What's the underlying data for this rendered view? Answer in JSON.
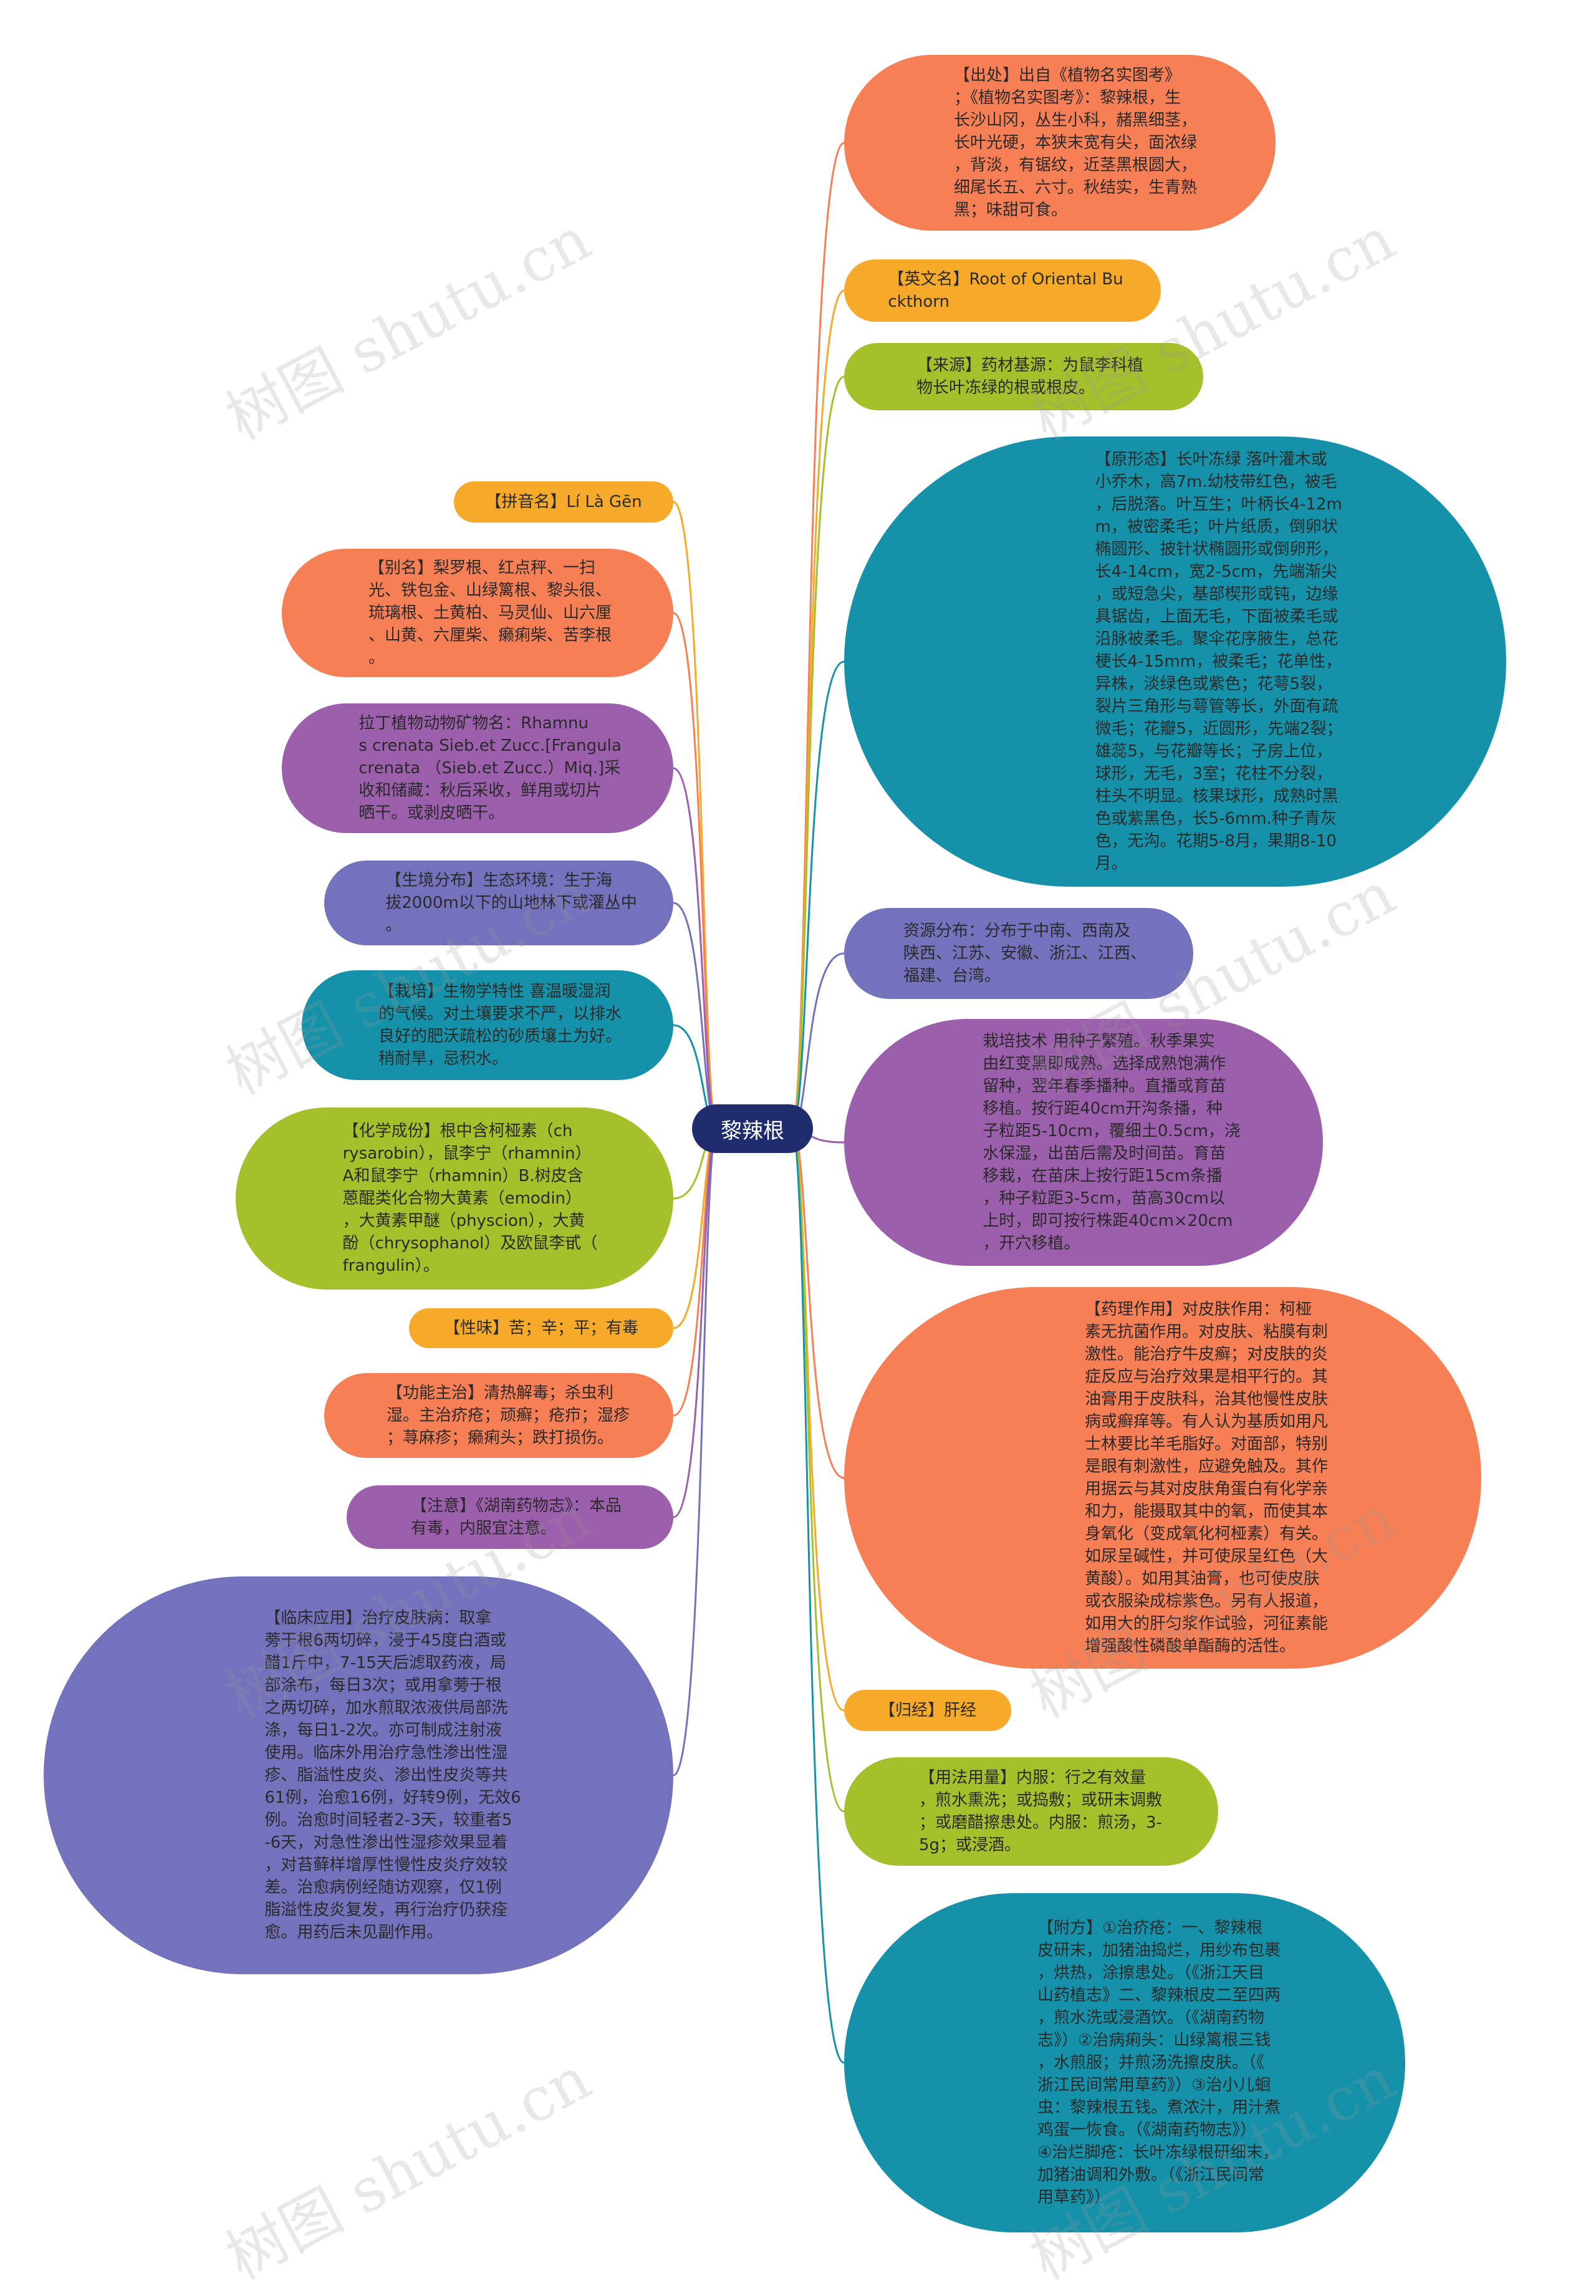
{
  "root": {
    "label": "黎辣根",
    "color": "#1f2d6e"
  },
  "watermark": {
    "text": "树图 shutu.cn"
  },
  "right_nodes": [
    {
      "id": "chuchu",
      "text": "【出处】出自《植物名实图考》\n；《植物名实图考》：黎辣根，生\n长沙山冈，丛生小科，赭黑细茎，\n长叶光硬，本狭末宽有尖，面浓绿\n，背淡，有锯纹，近茎黑根圆大，\n细尾长五、六寸。秋结实，生青熟\n黑；味甜可食。",
      "color": "#f77f55"
    },
    {
      "id": "yingwenming",
      "text": "【英文名】Root of Oriental Bu\nckthorn",
      "color": "#f7a929"
    },
    {
      "id": "laiyuan",
      "text": "【来源】药材基源：为鼠李科植\n物长叶冻绿的根或根皮。",
      "color": "#a4c02b"
    },
    {
      "id": "yuanxingtai",
      "text": "【原形态】长叶冻绿 落叶灌木或\n小乔木，高7m.幼枝带红色，被毛\n，后脱落。叶互生；叶柄长4-12m\nm，被密柔毛；叶片纸质，倒卵状\n椭圆形、披针状椭圆形或倒卵形，\n长4-14cm，宽2-5cm，先端渐尖\n，或短急尖，基部楔形或钝，边缘\n具锯齿，上面无毛，下面被柔毛或\n沿脉被柔毛。聚伞花序腋生，总花\n梗长4-15mm，被柔毛；花单性，\n异株，淡绿色或紫色；花萼5裂，\n裂片三角形与萼管等长，外面有疏\n微毛；花瓣5，近圆形，先端2裂；\n雄蕊5，与花瓣等长；子房上位，\n球形，无毛，3室；花柱不分裂，\n柱头不明显。核果球形，成熟时黑\n色或紫黑色，长5-6mm.种子青灰\n色，无沟。花期5-8月，果期8-10\n月。",
      "color": "#1592a9"
    },
    {
      "id": "ziyuanfenbu",
      "text": "资源分布：分布于中南、西南及\n陕西、江苏、安徽、浙江、江西、\n福建、台湾。",
      "color": "#7472bd"
    },
    {
      "id": "zaipeijishu",
      "text": "栽培技术 用种子繁殖。秋季果实\n由红变黑即成熟。选择成熟饱满作\n留种，翌年春季播种。直播或育苗\n移植。按行距40cm开沟条播，种\n子粒距5-10cm，覆细土0.5cm，浇\n水保湿，出苗后需及时间苗。育苗\n移栽，在苗床上按行距15cm条播\n，种子粒距3-5cm，苗高30cm以\n上时，即可按行株距40cm×20cm\n，开穴移植。",
      "color": "#9b5fac"
    },
    {
      "id": "yaoli",
      "text": "【药理作用】对皮肤作用：柯桠\n素无抗菌作用。对皮肤、粘膜有刺\n激性。能治疗牛皮癣；对皮肤的炎\n症反应与治疗效果是相平行的。其\n油膏用于皮肤科，治其他慢性皮肤\n病或癣痒等。有人认为基质如用凡\n士林要比羊毛脂好。对面部，特别\n是眼有刺激性，应避免触及。其作\n用据云与其对皮肤角蛋白有化学亲\n和力，能摄取其中的氧，而使其本\n身氧化（变成氧化柯桠素）有关。\n如尿呈碱性，并可使尿呈红色（大\n黄酸）。如用其油膏，也可使皮肤\n或衣服染成棕紫色。另有人报道，\n如用大的肝匀浆作试验，河征素能\n增强酸性磷酸单酯酶的活性。",
      "color": "#f77f55"
    },
    {
      "id": "guijing",
      "text": "【归经】肝经",
      "color": "#f7a929"
    },
    {
      "id": "yongfa",
      "text": "【用法用量】内服：行之有效量\n，煎水熏洗；或捣敷；或研末调敷\n；或磨醋擦患处。内服：煎汤，3-\n5g；或浸酒。",
      "color": "#a4c02b"
    },
    {
      "id": "fufang",
      "text": "【附方】①治疥疮：一、黎辣根\n皮研末，加猪油捣烂，用纱布包裹\n，烘热，涂擦患处。（《浙江天目\n山药植志》二、黎辣根皮二至四两\n，煎水洗或浸酒饮。（《湖南药物\n志》）②治病痢头：山绿篱根三钱\n，水煎服；并煎汤洗擦皮肤。（《\n浙江民间常用草药》）③治小儿蛔\n虫：黎辣根五钱。煮浓汁，用汁煮\n鸡蛋一恢食。（《湖南药物志》）\n④治烂脚疮：长叶冻绿根研细末，\n加猪油调和外敷。（《浙江民间常\n用草药》）",
      "color": "#1592a9"
    }
  ],
  "left_nodes": [
    {
      "id": "pinyin",
      "text": "【拼音名】Lí Là Gēn",
      "color": "#f7a929"
    },
    {
      "id": "bieming",
      "text": "【别名】梨罗根、红点秤、一扫\n光、铁包金、山绿篱根、黎头很、\n琉璃根、土黄柏、马灵仙、山六厘\n、山黄、六厘柴、癞痢柴、苦李根\n。",
      "color": "#f77f55"
    },
    {
      "id": "lading",
      "text": "拉丁植物动物矿物名：Rhamnu\ns crenata Sieb.et Zucc.[Frangula\ncrenata （Sieb.et Zucc.）Miq.]采\n收和储藏：秋后采收，鲜用或切片\n晒干。或剥皮晒干。",
      "color": "#9b5fac"
    },
    {
      "id": "shengjing",
      "text": "【生境分布】生态环境：生于海\n拔2000m以下的山地林下或灌丛中\n。",
      "color": "#7472bd"
    },
    {
      "id": "zaipei",
      "text": "【栽培】生物学特性 喜温暖湿润\n的气候。对土壤要求不严，以排水\n良好的肥沃疏松的砂质壤土为好。\n稍耐旱，忌积水。",
      "color": "#1592a9"
    },
    {
      "id": "huaxue",
      "text": "【化学成份】根中含柯桠素（ch\nrysarobin），鼠李宁（rhamnin）\nA和鼠李宁（rhamnin）B.树皮含\n蒽醌类化合物大黄素（emodin）\n，大黄素甲醚（physcion），大黄\n酚（chrysophanol）及欧鼠李甙（\nfrangulin）。",
      "color": "#a4c02b"
    },
    {
      "id": "xingwei",
      "text": "【性味】苦；辛；平；有毒",
      "color": "#f7a929"
    },
    {
      "id": "gongneng",
      "text": "【功能主治】清热解毒；杀虫利\n湿。主治疥疮；顽癣；疮疖；湿疹\n；荨麻疹；癞痢头；跌打损伤。",
      "color": "#f77f55"
    },
    {
      "id": "zhuyi",
      "text": "【注意】《湖南药物志》：本品\n有毒，内服宜注意。",
      "color": "#9b5fac"
    },
    {
      "id": "linchuang",
      "text": "【临床应用】治疗皮肤病：取拿\n蒡干根6两切碎，浸于45度白酒或\n醋1斤中，7-15天后滤取药液，局\n部涂布，每日3次；或用拿蒡于根\n之两切碎，加水煎取浓液供局部洗\n涤，每日1-2次。亦可制成注射液\n使用。临床外用治疗急性渗出性湿\n疹、脂溢性皮炎、渗出性皮炎等共\n61例，治愈16例，好转9例，无效6\n例。治愈时间轻者2-3天，较重者5\n-6天，对急性渗出性湿疹效果显着\n，对苔藓样增厚性慢性皮炎疗效较\n差。治愈病例经随访观察，仅1例\n脂溢性皮炎复发，再行治疗仍获痊\n愈。用药后未见副作用。",
      "color": "#7472bd"
    }
  ]
}
